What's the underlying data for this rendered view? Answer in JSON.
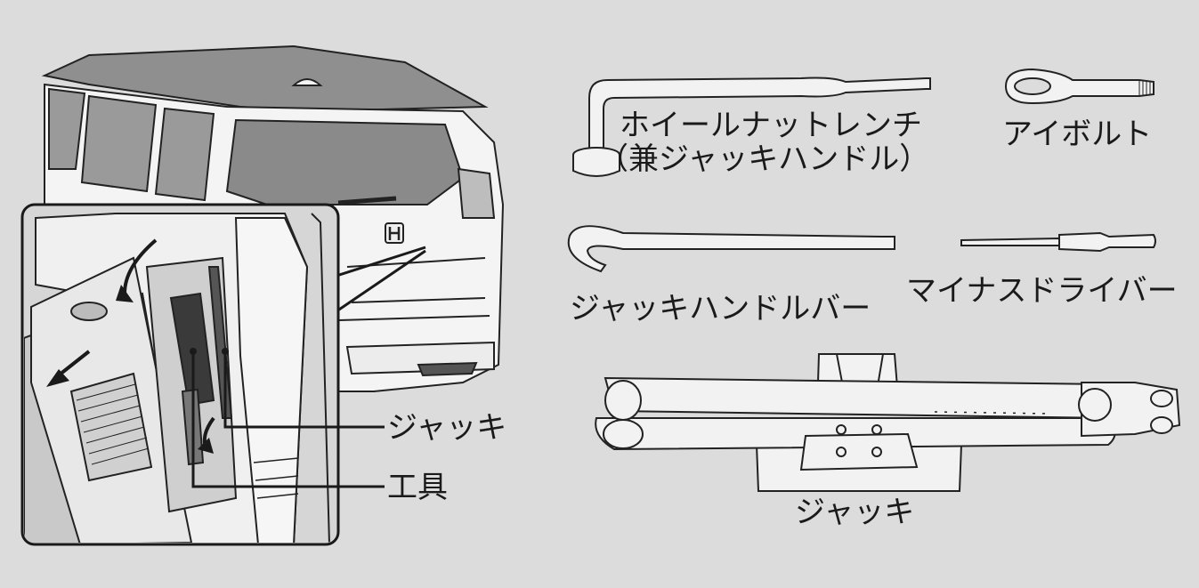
{
  "labels": {
    "wheel_nut_wrench_line1": "ホイールナットレンチ",
    "wheel_nut_wrench_line2": "（兼ジャッキハンドル）",
    "eye_bolt": "アイボルト",
    "jack_handle_bar": "ジャッキハンドルバー",
    "flathead_screwdriver": "マイナスドライバー",
    "jack_callout": "ジャッキ",
    "tools_callout": "工具",
    "jack_bottom": "ジャッキ"
  },
  "colors": {
    "background": "#dcdcdc",
    "line": "#1a1a1a",
    "part_fill": "#f2f2f2"
  }
}
